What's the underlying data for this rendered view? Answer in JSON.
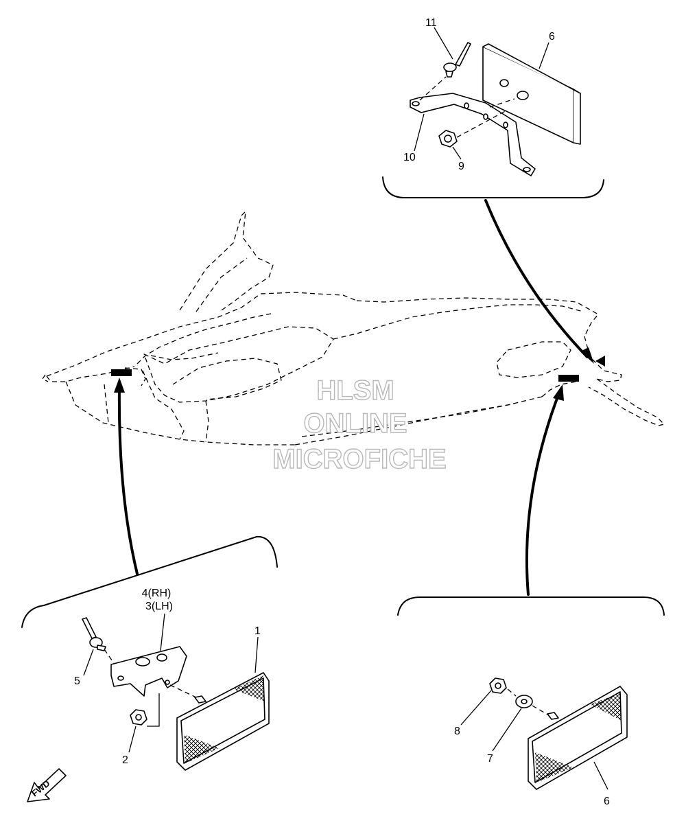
{
  "callouts": {
    "c11": "11",
    "c6_top": "6",
    "c10": "10",
    "c9": "9",
    "c4": "4(RH)",
    "c3": "3(LH)",
    "c1": "1",
    "c5": "5",
    "c2": "2",
    "c8": "8",
    "c7": "7",
    "c6_bottom": "6"
  },
  "watermark": {
    "line1": "HLSM",
    "line2": "ONLINE",
    "line3": "MICROFICHE"
  },
  "direction_badge": "FWD",
  "colors": {
    "line": "#000000",
    "watermark_stroke": "#b8b8b8",
    "background": "#ffffff"
  },
  "icons": [
    "fwd-arrow-icon",
    "reflector-icon",
    "rivet-icon",
    "nut-icon",
    "washer-icon"
  ]
}
